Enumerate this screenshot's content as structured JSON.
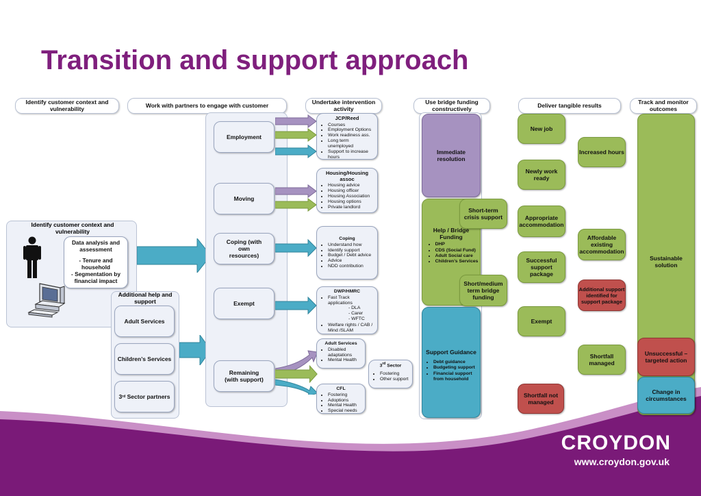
{
  "title": "Transition and support approach",
  "stages": {
    "identify": "Identify customer context and vulnerability",
    "partners": "Work with partners to engage with customer",
    "intervention": "Undertake intervention activity",
    "bridge": "Use bridge funding constructively",
    "results": "Deliver tangible results",
    "track": "Track and monitor outcomes"
  },
  "customer_panel": {
    "title": "Identify customer context and vulnerability",
    "analysis_title": "Data analysis and assessment",
    "analysis_item1": "- Tenure and household",
    "analysis_item2": "- Segmentation by financial impact",
    "person_icon": "person-icon",
    "computer_icon": "computer-icon"
  },
  "additional_help": {
    "title": "Additional help and support",
    "adult": "Adult Services",
    "children": "Children’s Services",
    "sector_prefix": "3",
    "sector_sup": "rd",
    "sector_suffix": " Sector partners"
  },
  "categories": {
    "employment": "Employment",
    "moving": "Moving",
    "coping": "Coping (with own resources)",
    "exempt": "Exempt",
    "remaining": "Remaining (with support)"
  },
  "cards": {
    "jcp": {
      "title": "JCP/Reed",
      "items": [
        "Courses",
        "Employment Options",
        "Work readiness ass.",
        "Long term unemployed",
        "Support to increase hours"
      ]
    },
    "housing": {
      "title": "Housing/Housing assoc",
      "items": [
        "Housing advice",
        "Housing officer",
        "Housing Association",
        "Housing options",
        "Private landlord"
      ]
    },
    "coping": {
      "title": "Coping",
      "items": [
        "Understand how",
        "Identify support",
        "Budget / Debt advice",
        "Advice",
        "NDD contribution"
      ]
    },
    "dwp": {
      "title": "DWP/HMRC",
      "item1": "Fast Track applications",
      "sub1": "- DLA",
      "sub2": "- Carer",
      "sub3": "- WFTC",
      "item2": "Welfare rights / CAB / Mind /SLAM"
    },
    "adult": {
      "title": "Adult Services",
      "items": [
        "Disabled adaptations",
        "Mental Health"
      ]
    },
    "cfl": {
      "title": "CFL",
      "items": [
        "Fostering",
        "Adoptions",
        "Mental Health",
        "Special needs"
      ]
    },
    "sector": {
      "title_prefix": "3",
      "title_sup": "rd",
      "title_suffix": " Sector",
      "items": [
        "Fostering",
        "Other support"
      ]
    }
  },
  "bridge": {
    "immediate": "Immediate resolution",
    "help_title": "Help / Bridge Funding",
    "help_items": [
      "DHP",
      "CDS (Social Fund)",
      "Adult Social care",
      "Children’s Services"
    ],
    "short_term": "Short-term crisis support",
    "medium_term": "Short/medium term bridge funding",
    "guidance_title": "Support Guidance",
    "guidance_items": [
      "Debt guidance",
      "Budgeting support",
      "Financial support from household"
    ]
  },
  "results": {
    "new_job": "New job",
    "increased_hours": "Increased hours",
    "newly_work_ready": "Newly work ready",
    "appropriate_accommodation": "Appropriate accommodation",
    "affordable": "Affordable existing accommodation",
    "successful_support": "Successful support package",
    "additional_support": "Additional support identified for support package",
    "exempt": "Exempt",
    "shortfall_managed": "Shortfall managed",
    "shortfall_not_managed": "Shortfall not managed"
  },
  "outcomes": {
    "sustainable": "Sustainable solution",
    "unsuccessful": "Unsuccessful – targeted action",
    "change": "Change in circumstances"
  },
  "footer": {
    "brand": "CROYDON",
    "url": "www.croydon.gov.uk"
  },
  "colors": {
    "title": "#7f1f7d",
    "footer": "#7a1a78",
    "green": "#9bbb59",
    "red": "#c0504d",
    "teal": "#4bacc6",
    "lilac": "#a692c0"
  }
}
